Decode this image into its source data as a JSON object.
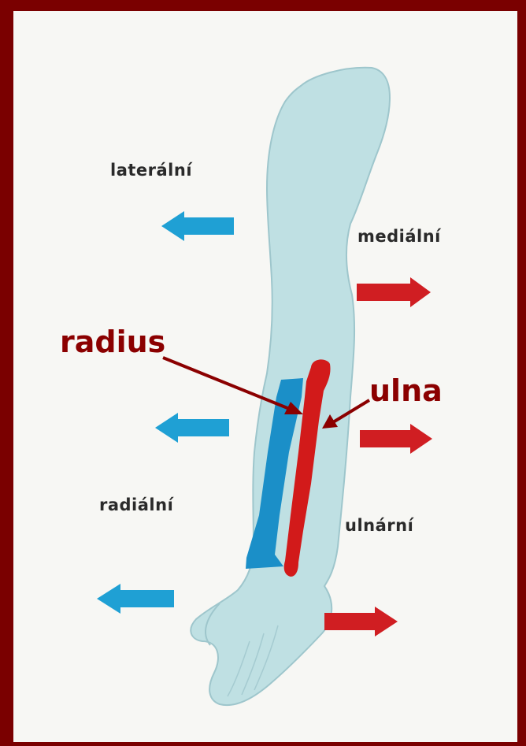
{
  "labels": {
    "lateral": "laterální",
    "medial": "mediální",
    "radial": "radiální",
    "ulnar": "ulnární"
  },
  "bones": {
    "radius": "radius",
    "ulna": "ulna"
  },
  "colors": {
    "frame": "#7a0000",
    "paper": "#f7f7f4",
    "skin": "#bfe0e3",
    "radius_bone": "#1b8fc8",
    "ulna_bone": "#d21a1a",
    "blue_arrow": "#1fa0d4",
    "red_arrow": "#d01e22",
    "callout_text": "#8b0000"
  }
}
